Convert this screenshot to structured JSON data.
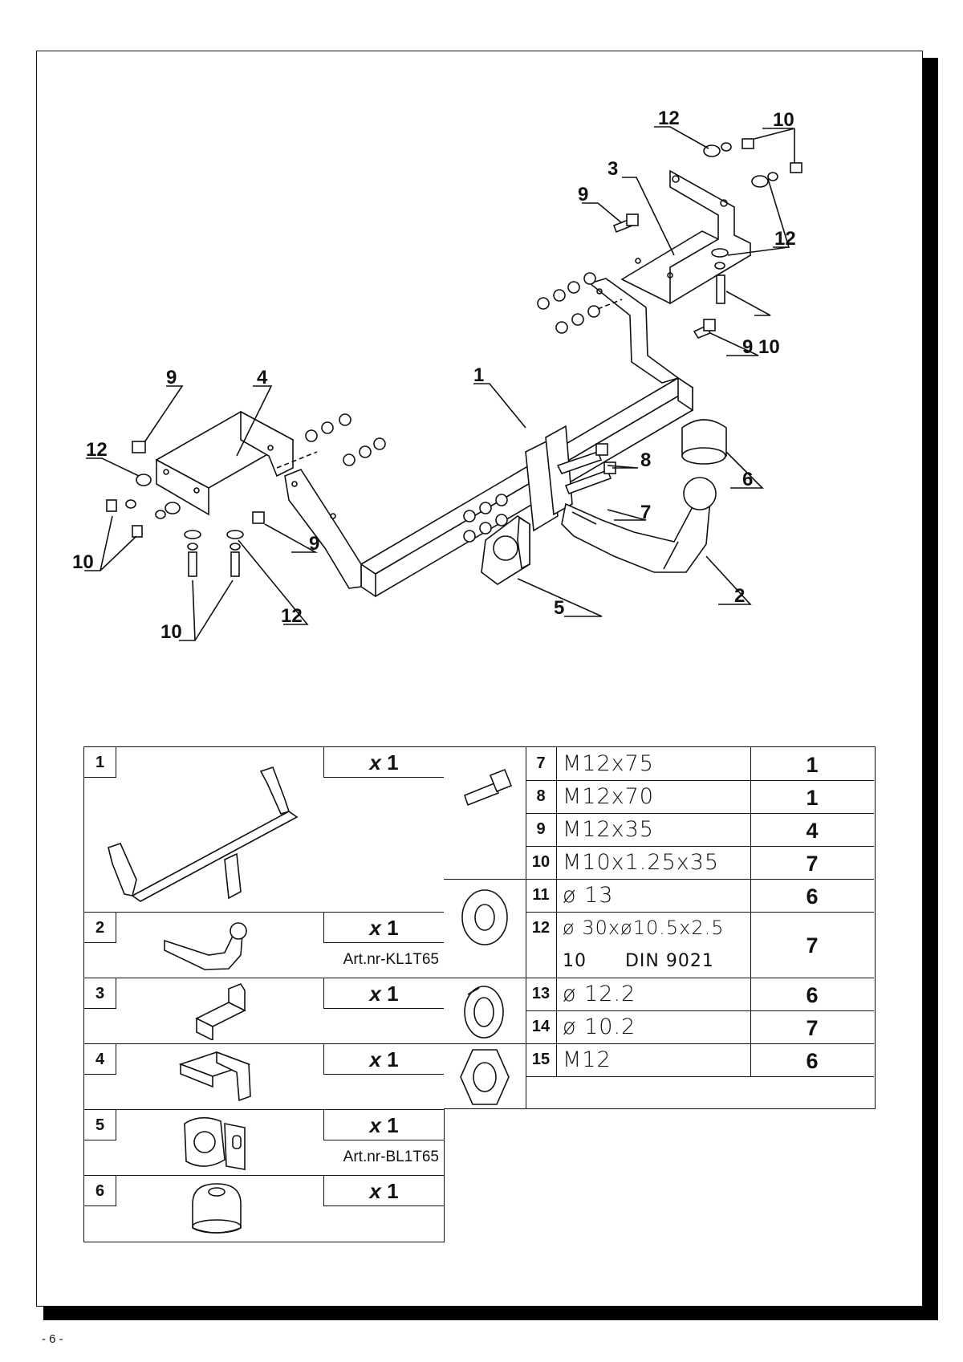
{
  "callouts": {
    "c1": "1",
    "c2": "2",
    "c3": "3",
    "c4": "4",
    "c5": "5",
    "c6": "6",
    "c7": "7",
    "c8": "8",
    "c9a": "9",
    "c9b": "9",
    "c9c": "9",
    "c9d": "9",
    "c10a": "10",
    "c10b": "10",
    "c10c": "10",
    "c12a": "12",
    "c12b": "12",
    "c12c": "12",
    "c12d": "12"
  },
  "parts_left": [
    {
      "num": "1",
      "qty_x": "x",
      "qty_n": "1",
      "art": ""
    },
    {
      "num": "2",
      "qty_x": "x",
      "qty_n": "1",
      "art": "Art.nr-KL1T65"
    },
    {
      "num": "3",
      "qty_x": "x",
      "qty_n": "1",
      "art": ""
    },
    {
      "num": "4",
      "qty_x": "x",
      "qty_n": "1",
      "art": ""
    },
    {
      "num": "5",
      "qty_x": "x",
      "qty_n": "1",
      "art": "Art.nr-BL1T65"
    },
    {
      "num": "6",
      "qty_x": "x",
      "qty_n": "1",
      "art": ""
    }
  ],
  "hardware": [
    {
      "num": "7",
      "spec": "M12x75",
      "count": "1"
    },
    {
      "num": "8",
      "spec": "M12x70",
      "count": "1"
    },
    {
      "num": "9",
      "spec": "M12x35",
      "count": "4"
    },
    {
      "num": "10",
      "spec": "M10x1.25x35",
      "count": "7"
    },
    {
      "num": "11",
      "spec": "ø 13",
      "count": "6"
    },
    {
      "num": "12",
      "spec": "ø 30xø10.5x2.5",
      "spec2": "10      DIN 9021",
      "count": "7"
    },
    {
      "num": "13",
      "spec": "ø 12.2",
      "count": "6"
    },
    {
      "num": "14",
      "spec": "ø 10.2",
      "count": "7"
    },
    {
      "num": "15",
      "spec": "M12",
      "count": "6"
    }
  ],
  "footer": "- 6 -"
}
